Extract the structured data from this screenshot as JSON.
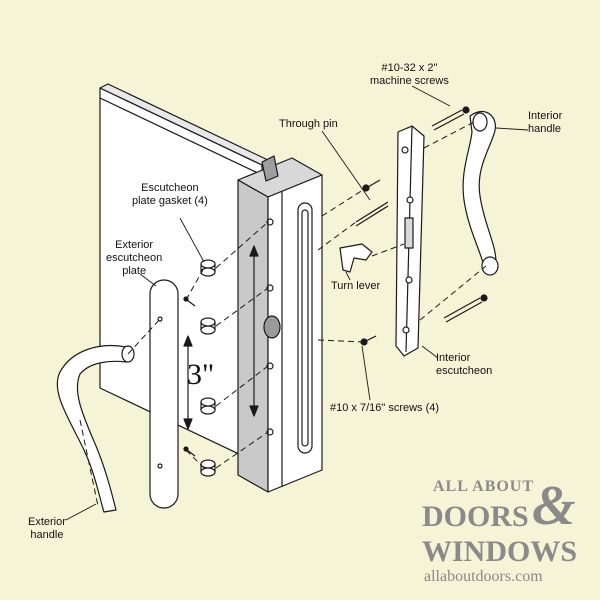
{
  "labels": {
    "machine_screws": "#10-32 x 2\"\nmachine screws",
    "interior_handle": "Interior\nhandle",
    "through_pin": "Through pin",
    "escutcheon_gasket": "Escutcheon\nplate gasket (4)",
    "exterior_plate": "Exterior\nescutcheon\nplate",
    "turn_lever": "Turn lever",
    "interior_escutcheon": "Interior\nescutcheon",
    "screws_7_16": "#10 x 7/16\" screws (4)",
    "exterior_handle": "Exterior\nhandle",
    "dimension": "3\""
  },
  "brand": {
    "line1": "ALL ABOUT",
    "line2": "DOORS",
    "ampersand": "&",
    "line3": "WINDOWS",
    "url": "allaboutdoors.com"
  },
  "colors": {
    "background": "#f6f4d7",
    "line": "#1a1a1a",
    "logo": "#8a8a8a"
  }
}
